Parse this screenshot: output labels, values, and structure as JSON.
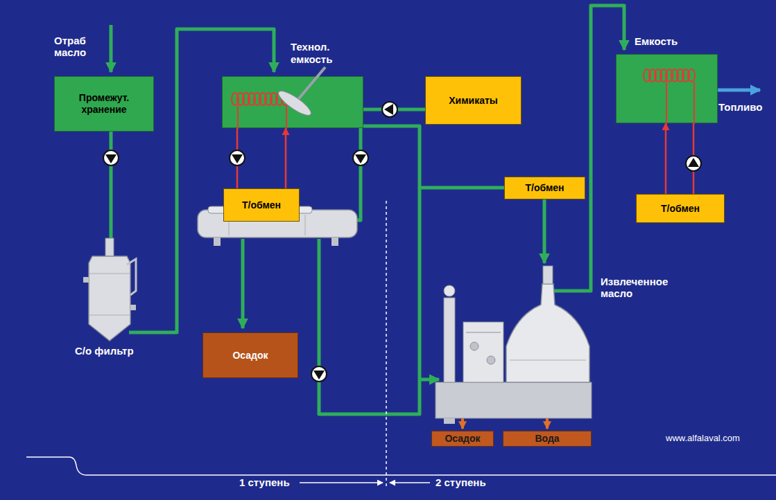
{
  "diagram": {
    "nodes": [
      {
        "text": [
          "Промежут. хранение"
        ]
      },
      {
        "text": [
          "Технол. емкость"
        ]
      },
      {
        "text": [
          "Химикаты"
        ]
      },
      {
        "text": [
          "Т/обмен"
        ]
      },
      {
        "text": [
          "Т/обмен"
        ]
      },
      {
        "text": [
          "Емкость"
        ]
      },
      {
        "text": [
          "Т/обмен"
        ]
      },
      {
        "text": [
          "Осадок"
        ]
      },
      {
        "text": [
          "Осадок"
        ]
      },
      {
        "text": [
          "Вода"
        ]
      }
    ],
    "edges": [
      {
        "from": 1,
        "to": 3,
        "arrow": "none"
      },
      {
        "from": 3,
        "to": 1,
        "arrow": "to"
      },
      {
        "from": 2,
        "to": 1,
        "arrow": "none"
      },
      {
        "from": 1,
        "to": 4,
        "arrow": "none"
      },
      {
        "from": 5,
        "to": 6,
        "arrow": "none"
      },
      {
        "from": 6,
        "to": 5,
        "arrow": "to"
      }
    ],
    "labels": [
      "Отраб масло",
      "С/о фильтр",
      "Извлеченное масло",
      "Топливо",
      "www.alfalaval.com",
      "1 ступень",
      "2 ступень"
    ]
  }
}
